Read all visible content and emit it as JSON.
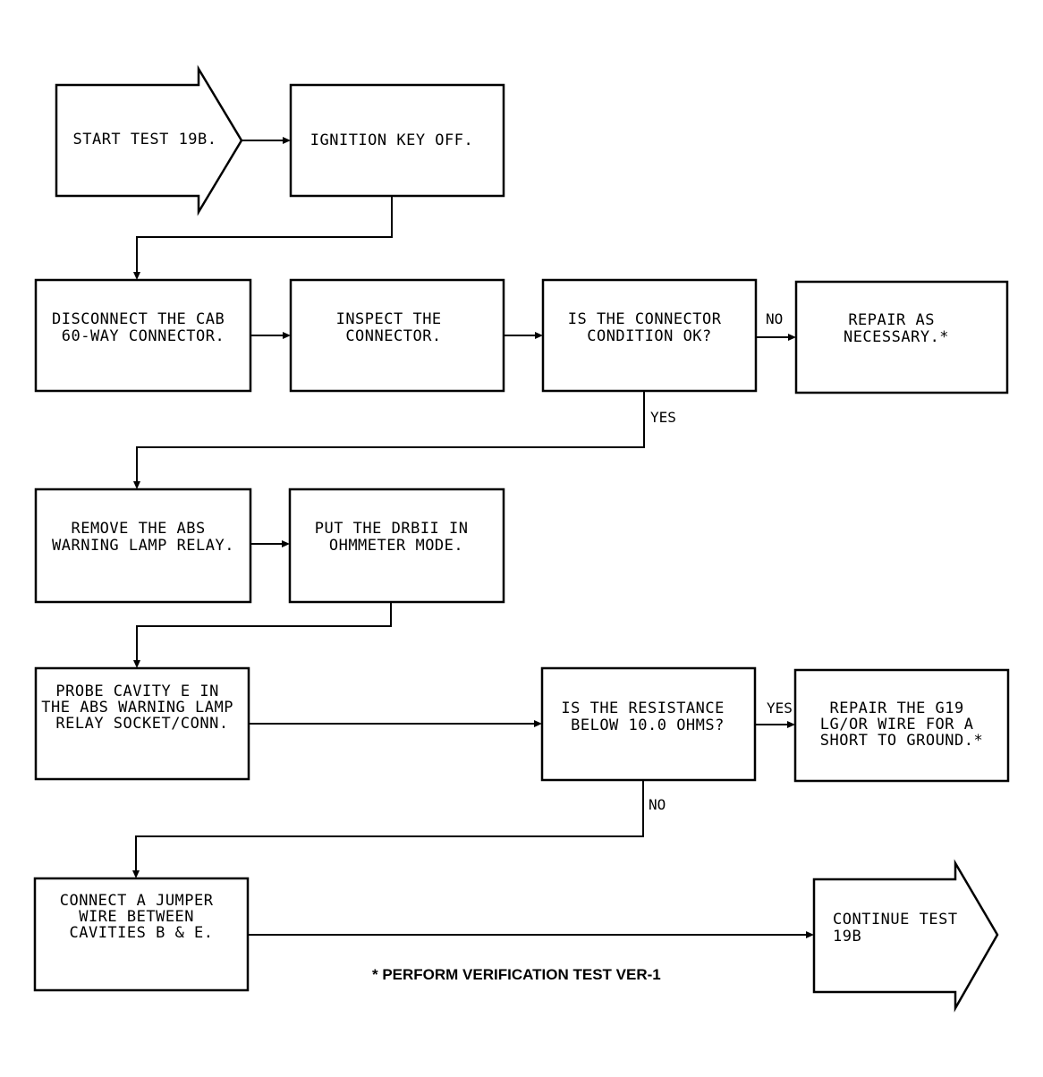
{
  "flowchart": {
    "start": {
      "lines": [
        "START TEST 19B."
      ]
    },
    "ignition": {
      "lines": [
        "IGNITION KEY OFF."
      ]
    },
    "disconnect": {
      "lines": [
        "DISCONNECT THE CAB",
        "60-WAY CONNECTOR."
      ]
    },
    "inspect": {
      "lines": [
        "INSPECT THE",
        "CONNECTOR."
      ]
    },
    "connector_ok": {
      "lines": [
        "IS THE CONNECTOR",
        "CONDITION OK?"
      ]
    },
    "repair1": {
      "lines": [
        "REPAIR AS",
        "NECESSARY.*"
      ]
    },
    "remove_relay": {
      "lines": [
        "REMOVE THE ABS",
        "WARNING LAMP RELAY."
      ]
    },
    "ohmmeter": {
      "lines": [
        "PUT THE DRBII IN",
        "OHMMETER MODE."
      ]
    },
    "probe": {
      "lines": [
        "PROBE CAVITY E IN",
        "THE ABS WARNING LAMP",
        "RELAY SOCKET/CONN."
      ]
    },
    "resistance": {
      "lines": [
        "IS THE RESISTANCE",
        "BELOW 10.0 OHMS?"
      ]
    },
    "repair2": {
      "lines": [
        "REPAIR THE G19",
        "LG/OR WIRE FOR A",
        "SHORT TO GROUND.*"
      ]
    },
    "jumper": {
      "lines": [
        "CONNECT A JUMPER",
        "WIRE BETWEEN",
        "CAVITIES B & E."
      ]
    },
    "continue": {
      "lines": [
        "CONTINUE TEST",
        "19B"
      ]
    },
    "labels": {
      "no1": "NO",
      "yes1": "YES",
      "yes2": "YES",
      "no2": "NO"
    },
    "footnote": "* PERFORM VERIFICATION TEST VER-1"
  }
}
